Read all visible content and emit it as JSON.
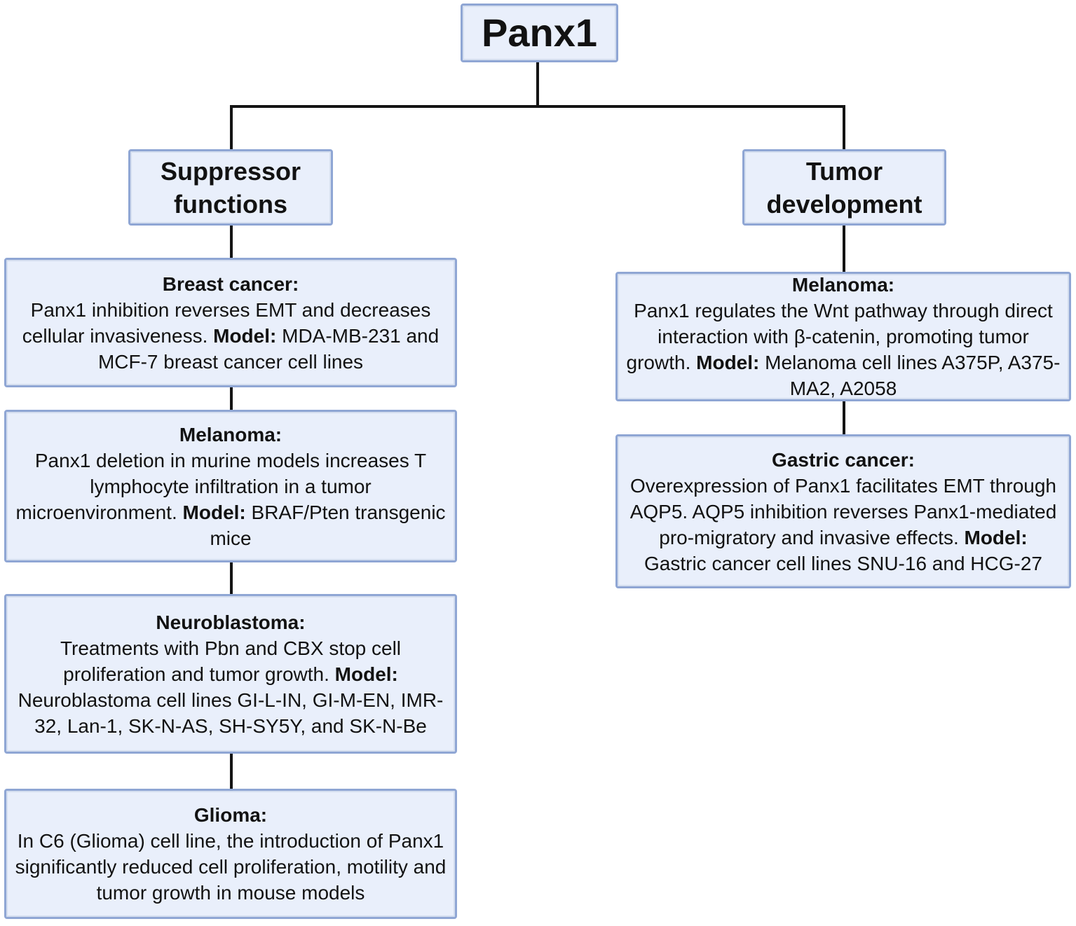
{
  "figure": {
    "root": {
      "label": "Panx1"
    },
    "left_branch": {
      "header": "Suppressor functions",
      "nodes": [
        {
          "title": "Breast cancer:",
          "body": [
            {
              "text": "Panx1 inhibition reverses EMT and decreases cellular invasiveness. "
            },
            {
              "text": "Model:",
              "bold": true
            },
            {
              "text": " MDA-MB-231 and MCF-7 breast cancer cell lines"
            }
          ]
        },
        {
          "title": "Melanoma:",
          "body": [
            {
              "text": "Panx1 deletion in murine models increases T lymphocyte infiltration in a tumor microenvironment. "
            },
            {
              "text": "Model:",
              "bold": true
            },
            {
              "text": " BRAF/Pten transgenic mice"
            }
          ]
        },
        {
          "title": "Neuroblastoma:",
          "body": [
            {
              "text": "Treatments with Pbn and CBX stop cell proliferation and tumor growth. "
            },
            {
              "text": "Model:",
              "bold": true
            },
            {
              "text": " Neuroblastoma cell lines GI-L-IN, GI-M-EN, IMR-32, Lan-1, SK-N-AS, SH-SY5Y, and SK-N-Be"
            }
          ]
        },
        {
          "title": "Glioma:",
          "body": [
            {
              "text": "In C6 (Glioma) cell line, the introduction of Panx1 significantly reduced cell proliferation, motility and tumor growth in mouse models"
            }
          ]
        }
      ]
    },
    "right_branch": {
      "header": "Tumor development",
      "nodes": [
        {
          "title": "Melanoma:",
          "body": [
            {
              "text": "Panx1 regulates the Wnt pathway through direct interaction with β-catenin, promoting tumor growth. "
            },
            {
              "text": "Model:",
              "bold": true
            },
            {
              "text": " Melanoma cell lines A375P, A375-MA2, A2058"
            }
          ]
        },
        {
          "title": "Gastric cancer:",
          "body": [
            {
              "text": "Overexpression of Panx1 facilitates EMT through AQP5. AQP5 inhibition reverses Panx1-mediated pro-migratory and invasive effects. "
            },
            {
              "text": "Model:",
              "bold": true
            },
            {
              "text": " Gastric cancer cell lines SNU-16 and HCG-27"
            }
          ]
        }
      ]
    }
  },
  "colors": {
    "box_fill": "#e9effb",
    "box_border": "#8fa6d4",
    "connector": "#141414",
    "text": "#121212",
    "background": "#ffffff"
  }
}
